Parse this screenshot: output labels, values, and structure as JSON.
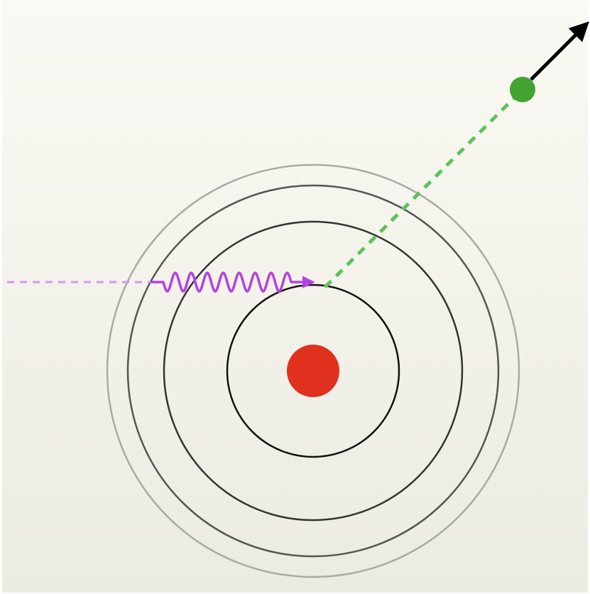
{
  "diagram": {
    "background": {
      "top_color": "#faf9f3",
      "bottom_color": "#ecebe2",
      "edge_color": "#ffffff"
    },
    "nucleus": {
      "color": "#e0301e"
    },
    "orbits": [
      {
        "level": 1,
        "color": "#111111"
      },
      {
        "level": 2,
        "color": "#333333"
      },
      {
        "level": 3,
        "color": "#555555"
      },
      {
        "level": 4,
        "color": "#aaaaa5"
      }
    ],
    "incoming_photon": {
      "color": "#b343e0",
      "trail_color": "#d696ee",
      "shape": "wavy-arrow"
    },
    "ejected_electron": {
      "color": "#42a332",
      "path_color": "#5ec25a",
      "arrow_color": "#000000"
    }
  }
}
